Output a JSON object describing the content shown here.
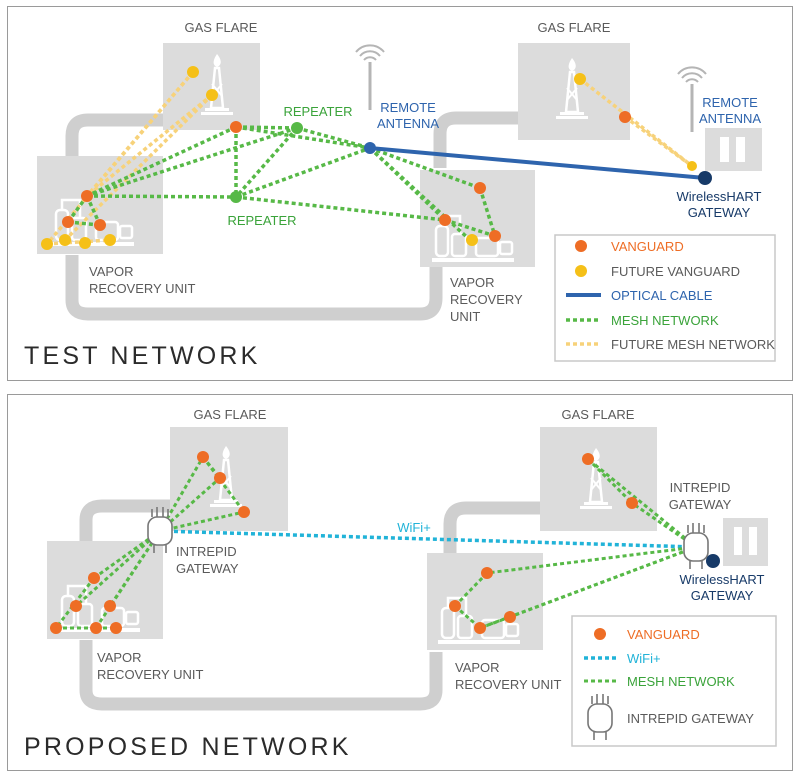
{
  "colors": {
    "vanguard": "#ee6d25",
    "future_vanguard": "#f5c018",
    "optical_cable": "#2e64ad",
    "mesh": "#57b947",
    "future_mesh": "#f7d27a",
    "wifi": "#21b3d8",
    "gateway_dot": "#173a68",
    "facility_box": "#dcdcdc",
    "pipe": "#cfcfcf"
  },
  "test_network": {
    "title": "TEST NETWORK",
    "gas_flare_left": "GAS FLARE",
    "gas_flare_right": "GAS FLARE",
    "repeater_top": "REPEATER",
    "repeater_bottom": "REPEATER",
    "remote_antenna_left": [
      "REMOTE",
      "ANTENNA"
    ],
    "remote_antenna_right": [
      "REMOTE",
      "ANTENNA"
    ],
    "gateway": [
      "WirelessHART",
      "GATEWAY"
    ],
    "vru_left": [
      "VAPOR",
      "RECOVERY UNIT"
    ],
    "vru_right": [
      "VAPOR",
      "RECOVERY",
      "UNIT"
    ],
    "legend": {
      "vanguard": "VANGUARD",
      "future_vanguard": "FUTURE VANGUARD",
      "optical_cable": "OPTICAL CABLE",
      "mesh_network": "MESH NETWORK",
      "future_mesh_network": "FUTURE MESH NETWORK"
    }
  },
  "proposed_network": {
    "title": "PROPOSED NETWORK",
    "gas_flare_left": "GAS FLARE",
    "gas_flare_right": "GAS FLARE",
    "intrepid_left": [
      "INTREPID",
      "GATEWAY"
    ],
    "intrepid_right": [
      "INTREPID",
      "GATEWAY"
    ],
    "wifi_label": "WiFi+",
    "gateway": [
      "WirelessHART",
      "GATEWAY"
    ],
    "vru_left": [
      "VAPOR",
      "RECOVERY UNIT"
    ],
    "vru_right": [
      "VAPOR",
      "RECOVERY UNIT"
    ],
    "legend": {
      "vanguard": "VANGUARD",
      "wifi": "WiFi+",
      "mesh_network": "MESH NETWORK",
      "intrepid_gateway": "INTREPID GATEWAY"
    }
  }
}
